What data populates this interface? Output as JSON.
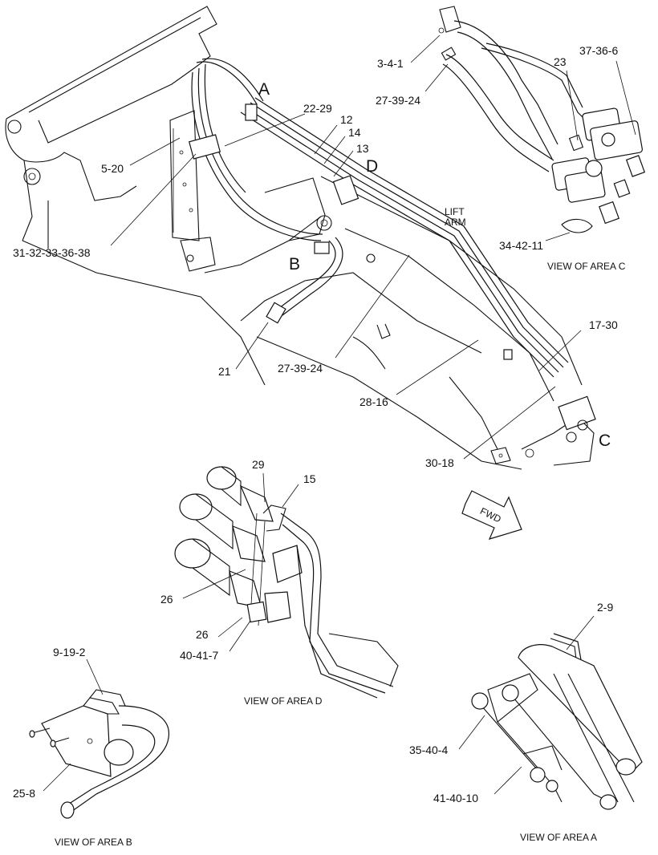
{
  "callouts": {
    "c_3_4_1": "3-4-1",
    "c_27_39_24_top": "27-39-24",
    "c_23": "23",
    "c_37_36_6": "37-36-6",
    "c_22_29": "22-29",
    "c_12": "12",
    "c_14": "14",
    "c_13": "13",
    "c_5_20": "5-20",
    "c_31_32_33_36_38": "31-32-33-36-38",
    "c_34_42_11": "34-42-11",
    "c_21": "21",
    "c_27_39_24_mid": "27-39-24",
    "c_28_16": "28-16",
    "c_17_30": "17-30",
    "c_30_18": "30-18",
    "c_29": "29",
    "c_15": "15",
    "c_26_a": "26",
    "c_26_b": "26",
    "c_40_41_7": "40-41-7",
    "c_2_9": "2-9",
    "c_9_19_2": "9-19-2",
    "c_25_8": "25-8",
    "c_35_40_4": "35-40-4",
    "c_41_40_10": "41-40-10"
  },
  "area_letters": {
    "a": "A",
    "b": "B",
    "c": "C",
    "d": "D"
  },
  "lift_arm": {
    "line1": "LIFT",
    "line2": "ARM"
  },
  "fwd": "FWD",
  "view_captions": {
    "area_c": "VIEW OF AREA C",
    "area_d": "VIEW OF AREA D",
    "area_b": "VIEW OF AREA B",
    "area_a": "VIEW OF AREA A"
  }
}
